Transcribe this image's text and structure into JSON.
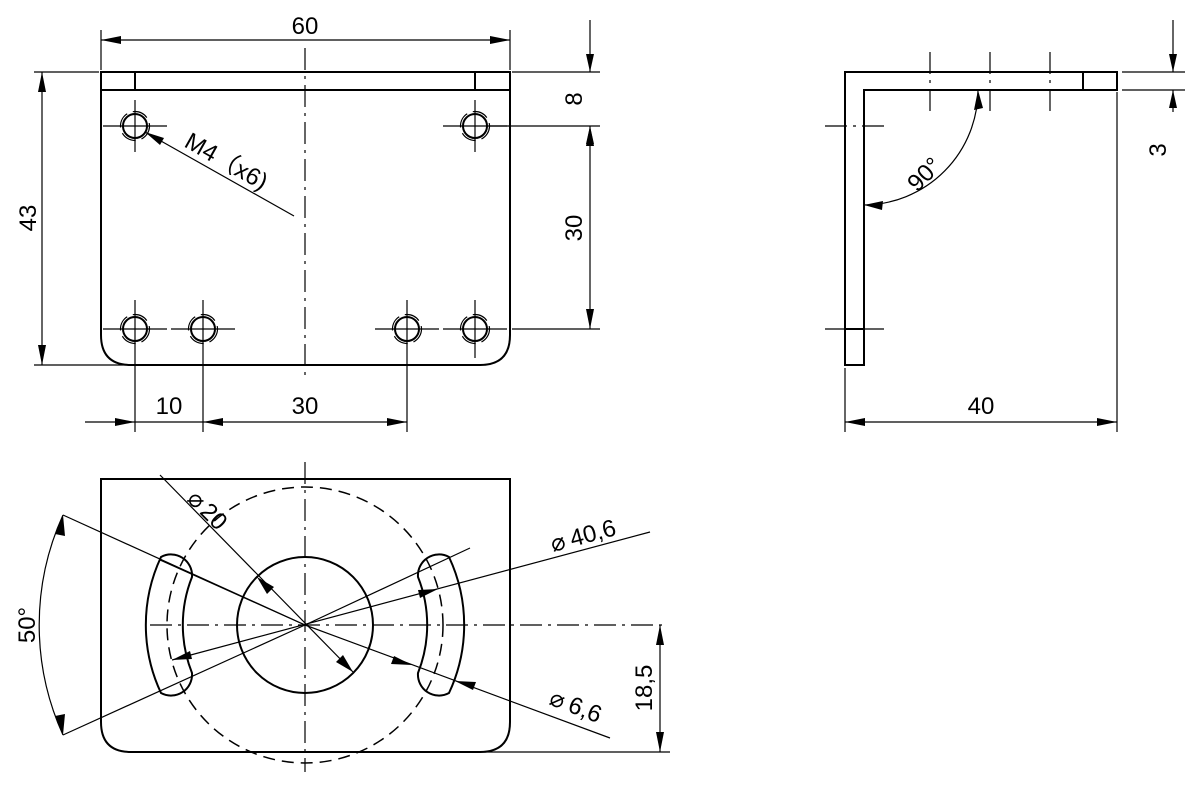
{
  "labels": {
    "width_60": "60",
    "height_43": "43",
    "thread_note": "M4（x6)",
    "edge_8": "8",
    "spacing_30_v": "30",
    "spacing_10": "10",
    "spacing_30_h": "30",
    "angle_90": "90°",
    "thickness_3": "3",
    "depth_40": "40",
    "dia_20": "20",
    "dia_40_6": "40,6",
    "dia_6_6": "6,6",
    "offset_18_5": "18,5",
    "angle_50": "50°",
    "diameter_symbol": "⌀"
  }
}
